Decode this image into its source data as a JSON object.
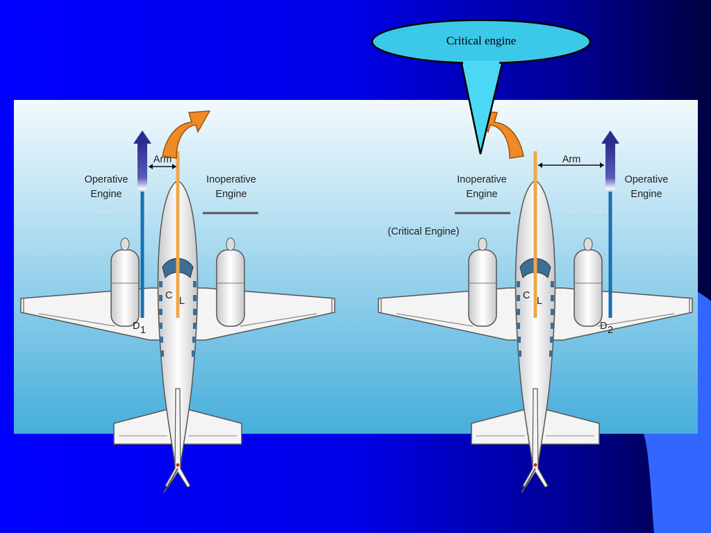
{
  "callout": {
    "text": "Critical engine"
  },
  "left_panel": {
    "operative_line1": "Operative",
    "operative_line2": "Engine",
    "inoperative_line1": "Inoperative",
    "inoperative_line2": "Engine",
    "arm": "Arm",
    "centerline_c": "C",
    "centerline_l": "L",
    "distance_letter": "D",
    "distance_sub": "1"
  },
  "right_panel": {
    "inoperative_line1": "Inoperative",
    "inoperative_line2": "Engine",
    "critical": "(Critical Engine)",
    "operative_line1": "Operative",
    "operative_line2": "Engine",
    "arm": "Arm",
    "centerline_c": "C",
    "centerline_l": "L",
    "distance_letter": "D",
    "distance_sub": "2"
  },
  "colors": {
    "background": "#0000ff",
    "panel_top": "#eef8fc",
    "panel_bottom": "#48b0dc",
    "thrust_arrow": "#3a3a9c",
    "distance_line": "#1a6fb0",
    "centerline": "#f0a848",
    "yaw_arrow": "#f08a24",
    "callout_fill": "#3cc8e8",
    "corner_shape": "#3366ff"
  }
}
